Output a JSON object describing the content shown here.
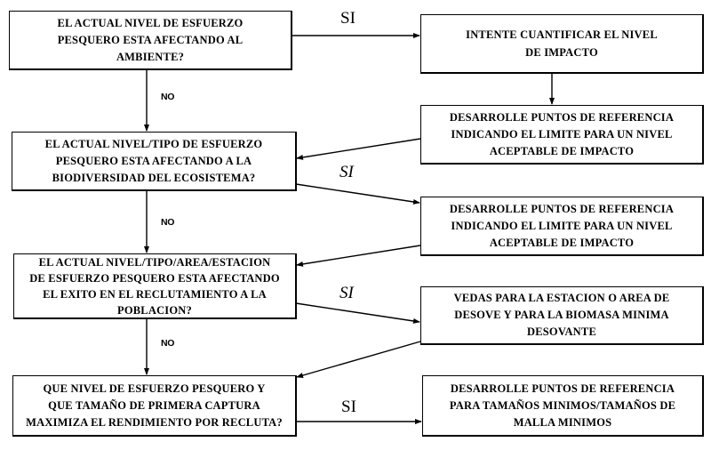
{
  "diagram": {
    "type": "flowchart",
    "questions": [
      {
        "id": "q1",
        "text": "EL ACTUAL NIVEL DE ESFUERZO\nPESQUERO ESTA AFECTANDO AL\nAMBIENTE?"
      },
      {
        "id": "q2",
        "text": "EL ACTUAL NIVEL/TIPO DE ESFUERZO\nPESQUERO ESTA AFECTANDO A LA\nBIODIVERSIDAD DEL ECOSISTEMA?"
      },
      {
        "id": "q3",
        "text": "EL ACTUAL NIVEL/TIPO/AREA/ESTACION\nDE ESFUERZO PESQUERO ESTA AFECTANDO\nEL EXITO EN EL RECLUTAMIENTO A LA\nPOBLACION?"
      },
      {
        "id": "q4",
        "text": "QUE NIVEL DE ESFUERZO PESQUERO Y\nQUE TAMAÑO DE PRIMERA CAPTURA\nMAXIMIZA EL RENDIMIENTO POR RECLUTA?"
      }
    ],
    "actions": [
      {
        "id": "a1",
        "text": "INTENTE CUANTIFICAR EL NIVEL\nDE IMPACTO"
      },
      {
        "id": "a2",
        "text": "DESARROLLE PUNTOS DE REFERENCIA\nINDICANDO EL LIMITE PARA UN NIVEL\nACEPTABLE DE IMPACTO"
      },
      {
        "id": "a3",
        "text": "DESARROLLE PUNTOS DE REFERENCIA\nINDICANDO EL LIMITE PARA UN NIVEL\nACEPTABLE DE IMPACTO"
      },
      {
        "id": "a4",
        "text": "VEDAS PARA LA ESTACION O AREA DE\nDESOVE Y PARA LA BIOMASA MINIMA\nDESOVANTE"
      },
      {
        "id": "a5",
        "text": "DESARROLLE PUNTOS DE REFERENCIA\nPARA TAMAÑOS MINIMOS/TAMAÑOS DE\nMALLA MINIMOS"
      }
    ],
    "labels": {
      "yes": "SI",
      "no": "NO"
    },
    "edges": [
      {
        "from": "q1",
        "to": "a1",
        "label": "SI"
      },
      {
        "from": "a1",
        "to": "a2",
        "label": ""
      },
      {
        "from": "q1",
        "to": "q2",
        "label": "NO"
      },
      {
        "from": "a2",
        "to": "q2",
        "label": ""
      },
      {
        "from": "q2",
        "to": "a3",
        "label": "SI"
      },
      {
        "from": "q2",
        "to": "q3",
        "label": "NO"
      },
      {
        "from": "a3",
        "to": "q3",
        "label": ""
      },
      {
        "from": "q3",
        "to": "a4",
        "label": "SI"
      },
      {
        "from": "q3",
        "to": "q4",
        "label": "NO"
      },
      {
        "from": "a4",
        "to": "q4",
        "label": ""
      },
      {
        "from": "q4",
        "to": "a5",
        "label": "SI"
      }
    ]
  }
}
